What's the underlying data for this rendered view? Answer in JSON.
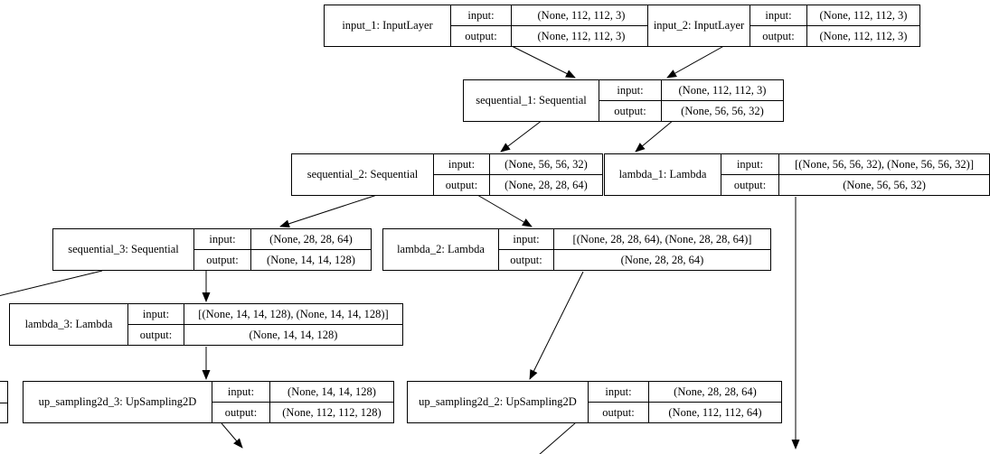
{
  "diagram": {
    "labels": {
      "input": "input:",
      "output": "output:"
    },
    "colors": {
      "border": "#000000",
      "background": "#ffffff",
      "edge": "#000000"
    },
    "nodes": [
      {
        "id": "input_1",
        "label": "input_1: InputLayer",
        "input": "(None, 112, 112, 3)",
        "output": "(None, 112, 112, 3)"
      },
      {
        "id": "input_2",
        "label": "input_2: InputLayer",
        "input": "(None, 112, 112, 3)",
        "output": "(None, 112, 112, 3)"
      },
      {
        "id": "sequential_1",
        "label": "sequential_1: Sequential",
        "input": "(None, 112, 112, 3)",
        "output": "(None, 56, 56, 32)"
      },
      {
        "id": "sequential_2",
        "label": "sequential_2: Sequential",
        "input": "(None, 56, 56, 32)",
        "output": "(None, 28, 28, 64)"
      },
      {
        "id": "lambda_1",
        "label": "lambda_1: Lambda",
        "input": "[(None, 56, 56, 32), (None, 56, 56, 32)]",
        "output": "(None, 56, 56, 32)"
      },
      {
        "id": "sequential_3",
        "label": "sequential_3: Sequential",
        "input": "(None, 28, 28, 64)",
        "output": "(None, 14, 14, 128)"
      },
      {
        "id": "lambda_2",
        "label": "lambda_2: Lambda",
        "input": "[(None, 28, 28, 64), (None, 28, 28, 64)]",
        "output": "(None, 28, 28, 64)"
      },
      {
        "id": "lambda_3",
        "label": "lambda_3: Lambda",
        "input": "[(None, 14, 14, 128), (None, 14, 14, 128)]",
        "output": "(None, 14, 14, 128)"
      },
      {
        "id": "up_sampling2d_3",
        "label": "up_sampling2d_3: UpSampling2D",
        "input": "(None, 14, 14, 128)",
        "output": "(None, 112, 112, 128)"
      },
      {
        "id": "up_sampling2d_2",
        "label": "up_sampling2d_2: UpSampling2D",
        "input": "(None, 28, 28, 64)",
        "output": "(None, 112, 112, 64)"
      }
    ]
  }
}
